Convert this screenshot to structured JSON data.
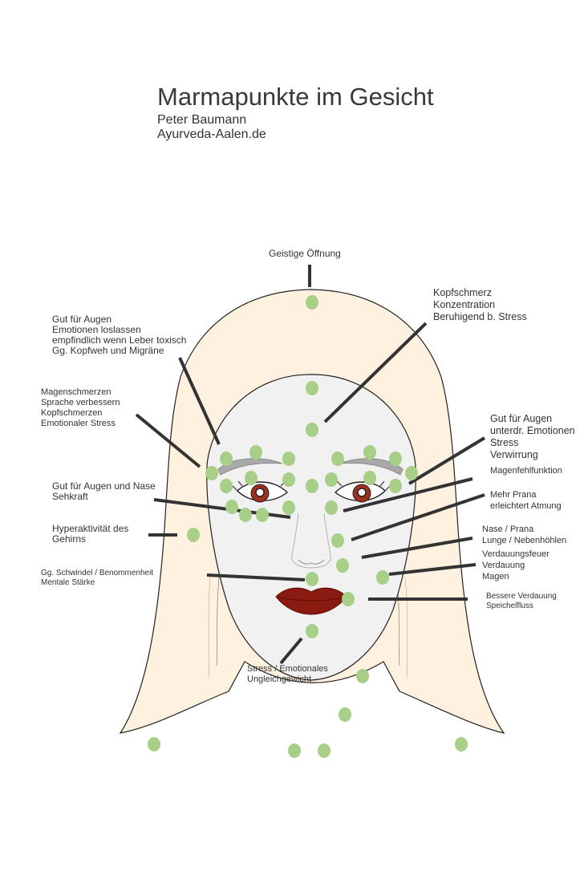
{
  "header": {
    "title": "Marmapunkte im Gesicht",
    "author": "Peter Baumann",
    "website": "Ayurveda-Aalen.de"
  },
  "labels": {
    "geistige": [
      "Geistige Öffnung"
    ],
    "kopfschmerz": [
      "Kopfschmerz",
      "Konzentration",
      "Beruhigend b. Stress"
    ],
    "augen_left": [
      "Gut für Augen",
      "Emotionen loslassen",
      "empfindlich wenn Leber toxisch",
      "Gg. Kopfweh und Migräne"
    ],
    "magen_left": [
      "Magenschmerzen",
      "Sprache verbessern",
      "Kopfschmerzen",
      "Emotionaler Stress"
    ],
    "augen_right": [
      "Gut für Augen",
      "unterdr. Emotionen",
      "Stress",
      "Verwirrung"
    ],
    "magenfehl": [
      "Magenfehlfunktion"
    ],
    "augen_nase": [
      "Gut für Augen und Nase",
      "Sehkraft"
    ],
    "prana": [
      "Mehr Prana",
      "erleichtert Atmung"
    ],
    "hyper": [
      "Hyperaktivität des",
      "Gehirns"
    ],
    "nase": [
      "Nase / Prana",
      "Lunge / Nebenhöhlen"
    ],
    "schwindel": [
      "Gg. Schwindel / Benommenheit",
      "Mentale Stärke"
    ],
    "verdauungsfeuer": [
      "Verdauungsfeuer",
      "Verdauung",
      "Magen"
    ],
    "bessere": [
      "Bessere Verdauung",
      "Speichelfluss"
    ],
    "stress": [
      "Stress / Emotionales",
      "Ungleichgewicht"
    ]
  },
  "colors": {
    "point": "#a7cf87",
    "hair": "#fff1df",
    "face": "#f1f1f1",
    "line": "#333333",
    "lips": "#8b1a10",
    "iris": "#a0301e",
    "brow": "#a9a9a9"
  }
}
